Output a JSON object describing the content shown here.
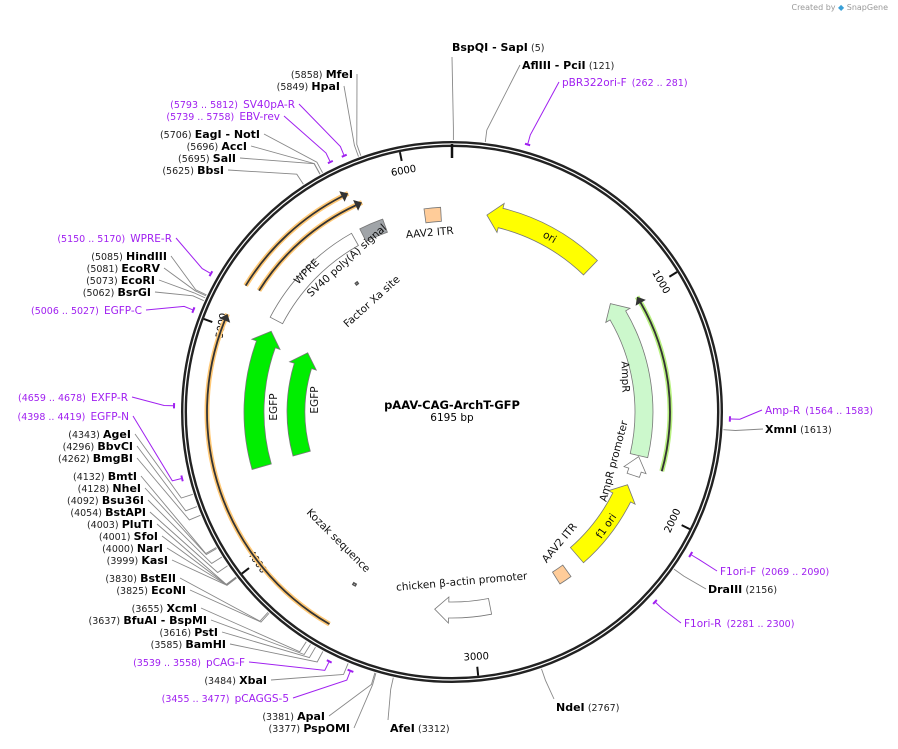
{
  "watermark": {
    "prefix": "Created by",
    "brand": "SnapGene"
  },
  "plasmid": {
    "name": "pAAV-CAG-ArchT-GFP",
    "length_label": "6195 bp",
    "length": 6195
  },
  "ticks": [
    "1000",
    "2000",
    "3000",
    "4000",
    "5000",
    "6000"
  ],
  "colors": {
    "backbone": "#222222",
    "enzyme_line": "#888888",
    "primer": "#a020f0",
    "yellow": "#ffff00",
    "itr": "#ffcc99",
    "ampr": "#ccf8cc",
    "egfp": "#00ee00",
    "orange_glow": "#ffc875",
    "green_glow": "#b8f080",
    "gray_box": "#a0a4a8"
  },
  "features": [
    {
      "label": "ori",
      "start": 173,
      "end": 754,
      "dir": -1,
      "type": "ori"
    },
    {
      "label": "AAV2 ITR",
      "start": 6060,
      "end": 6140,
      "dir": 0,
      "type": "itr"
    },
    {
      "label": "AmpR",
      "start": 957,
      "end": 1775,
      "dir": -1,
      "type": "ampr"
    },
    {
      "label": "AmpR promoter",
      "start": 1780,
      "end": 1880,
      "dir": -1,
      "type": "promoter"
    },
    {
      "label": "f1 ori",
      "start": 1936,
      "end": 2390,
      "dir": -1,
      "type": "ori"
    },
    {
      "label": "AAV2 ITR",
      "start": 2480,
      "end": 2545,
      "dir": 0,
      "type": "itr"
    },
    {
      "label": "chicken β-actin promoter",
      "start": 2907,
      "end": 3184,
      "dir": 1,
      "type": "promoter"
    },
    {
      "label": "Kozak sequence",
      "start": 3598,
      "end": 3612,
      "dir": 0,
      "type": "tiny"
    },
    {
      "label": "EGFP",
      "start": 4370,
      "end": 5060,
      "dir": 1,
      "type": "egfp"
    },
    {
      "label": "EGFP",
      "start": 4380,
      "end": 5030,
      "dir": 1,
      "type": "egfp"
    },
    {
      "label": "WPRE",
      "start": 5120,
      "end": 5690,
      "dir": 0,
      "type": "box"
    },
    {
      "label": "SV40 poly(A) signal",
      "start": 5735,
      "end": 5855,
      "dir": 0,
      "type": "gray"
    },
    {
      "label": "Factor Xa site",
      "start": 5560,
      "end": 5574,
      "dir": 0,
      "type": "tiny"
    }
  ],
  "enzymes": [
    {
      "name": "BspQI   - SapI",
      "pos": "(5)",
      "bp": 5
    },
    {
      "name": "AflIII   - PciI",
      "pos": "(121)",
      "bp": 121
    },
    {
      "name": "NdeI",
      "pos": "(2767)",
      "bp": 2767
    },
    {
      "name": "AfeI",
      "pos": "(3312)",
      "bp": 3312
    },
    {
      "name": "PspOMI",
      "pos": "(3377)",
      "bp": 3377
    },
    {
      "name": "ApaI",
      "pos": "(3381)",
      "bp": 3381
    },
    {
      "name": "XbaI",
      "pos": "(3484)",
      "bp": 3484
    },
    {
      "name": "BamHI",
      "pos": "(3585)",
      "bp": 3585
    },
    {
      "name": "PstI",
      "pos": "(3616)",
      "bp": 3616
    },
    {
      "name": "BfuAI   - BspMI",
      "pos": "(3637)",
      "bp": 3637
    },
    {
      "name": "XcmI",
      "pos": "(3655)",
      "bp": 3655
    },
    {
      "name": "EcoNI",
      "pos": "(3825)",
      "bp": 3825
    },
    {
      "name": "BstEII",
      "pos": "(3830)",
      "bp": 3830
    },
    {
      "name": "KasI",
      "pos": "(3999)",
      "bp": 3999
    },
    {
      "name": "NarI",
      "pos": "(4000)",
      "bp": 4000
    },
    {
      "name": "SfoI",
      "pos": "(4001)",
      "bp": 4001
    },
    {
      "name": "PluTI",
      "pos": "(4003)",
      "bp": 4003
    },
    {
      "name": "BstAPI",
      "pos": "(4054)",
      "bp": 4054
    },
    {
      "name": "Bsu36I",
      "pos": "(4092)",
      "bp": 4092
    },
    {
      "name": "NheI",
      "pos": "(4128)",
      "bp": 4128
    },
    {
      "name": "BmtI",
      "pos": "(4132)",
      "bp": 4132
    },
    {
      "name": "BmgBI",
      "pos": "(4262)",
      "bp": 4262
    },
    {
      "name": "BbvCI",
      "pos": "(4296)",
      "bp": 4296
    },
    {
      "name": "AgeI",
      "pos": "(4343)",
      "bp": 4343
    },
    {
      "name": "BsrGI",
      "pos": "(5062)",
      "bp": 5062
    },
    {
      "name": "EcoRI",
      "pos": "(5073)",
      "bp": 5073
    },
    {
      "name": "EcoRV",
      "pos": "(5081)",
      "bp": 5081
    },
    {
      "name": "HindIII",
      "pos": "(5085)",
      "bp": 5085
    },
    {
      "name": "BbsI",
      "pos": "(5625)",
      "bp": 5625
    },
    {
      "name": "SalI",
      "pos": "(5695)",
      "bp": 5695
    },
    {
      "name": "AccI",
      "pos": "(5696)",
      "bp": 5696
    },
    {
      "name": "EagI   - NotI",
      "pos": "(5706)",
      "bp": 5706
    },
    {
      "name": "HpaI",
      "pos": "(5849)",
      "bp": 5849
    },
    {
      "name": "MfeI",
      "pos": "(5858)",
      "bp": 5858
    },
    {
      "name": "XmnI",
      "pos": "(1613)",
      "bp": 1613
    },
    {
      "name": "DraIII",
      "pos": "(2156)",
      "bp": 2156
    }
  ],
  "primers": [
    {
      "name": "pBR322ori-F",
      "range": "(262 .. 281)",
      "start": 262,
      "end": 281
    },
    {
      "name": "Amp-R",
      "range": "(1564 .. 1583)",
      "start": 1564,
      "end": 1583
    },
    {
      "name": "F1ori-F",
      "range": "(2069 .. 2090)",
      "start": 2069,
      "end": 2090
    },
    {
      "name": "F1ori-R",
      "range": "(2281 .. 2300)",
      "start": 2281,
      "end": 2300
    },
    {
      "name": "pCAGGS-5",
      "range": "(3455 .. 3477)",
      "start": 3455,
      "end": 3477
    },
    {
      "name": "pCAG-F",
      "range": "(3539 .. 3558)",
      "start": 3539,
      "end": 3558
    },
    {
      "name": "EGFP-N",
      "range": "(4398 .. 4419)",
      "start": 4398,
      "end": 4419
    },
    {
      "name": "EXFP-R",
      "range": "(4659 .. 4678)",
      "start": 4659,
      "end": 4678
    },
    {
      "name": "EGFP-C",
      "range": "(5006 .. 5027)",
      "start": 5006,
      "end": 5027
    },
    {
      "name": "WPRE-R",
      "range": "(5150 .. 5170)",
      "start": 5150,
      "end": 5170
    },
    {
      "name": "EBV-rev",
      "range": "(5739 .. 5758)",
      "start": 5739,
      "end": 5758
    },
    {
      "name": "SV40pA-R",
      "range": "(5793 .. 5812)",
      "start": 5793,
      "end": 5812
    }
  ],
  "unlabeled_arcs": [
    {
      "start": 3614,
      "end": 5052,
      "dir": 1,
      "glow": "orange"
    },
    {
      "start": 5188,
      "end": 5758,
      "dir": 1,
      "glow": "orange"
    },
    {
      "start": 5200,
      "end": 5795,
      "dir": 1,
      "glow": "orange"
    },
    {
      "start": 1000,
      "end": 1820,
      "dir": -1,
      "glow": "green"
    }
  ]
}
